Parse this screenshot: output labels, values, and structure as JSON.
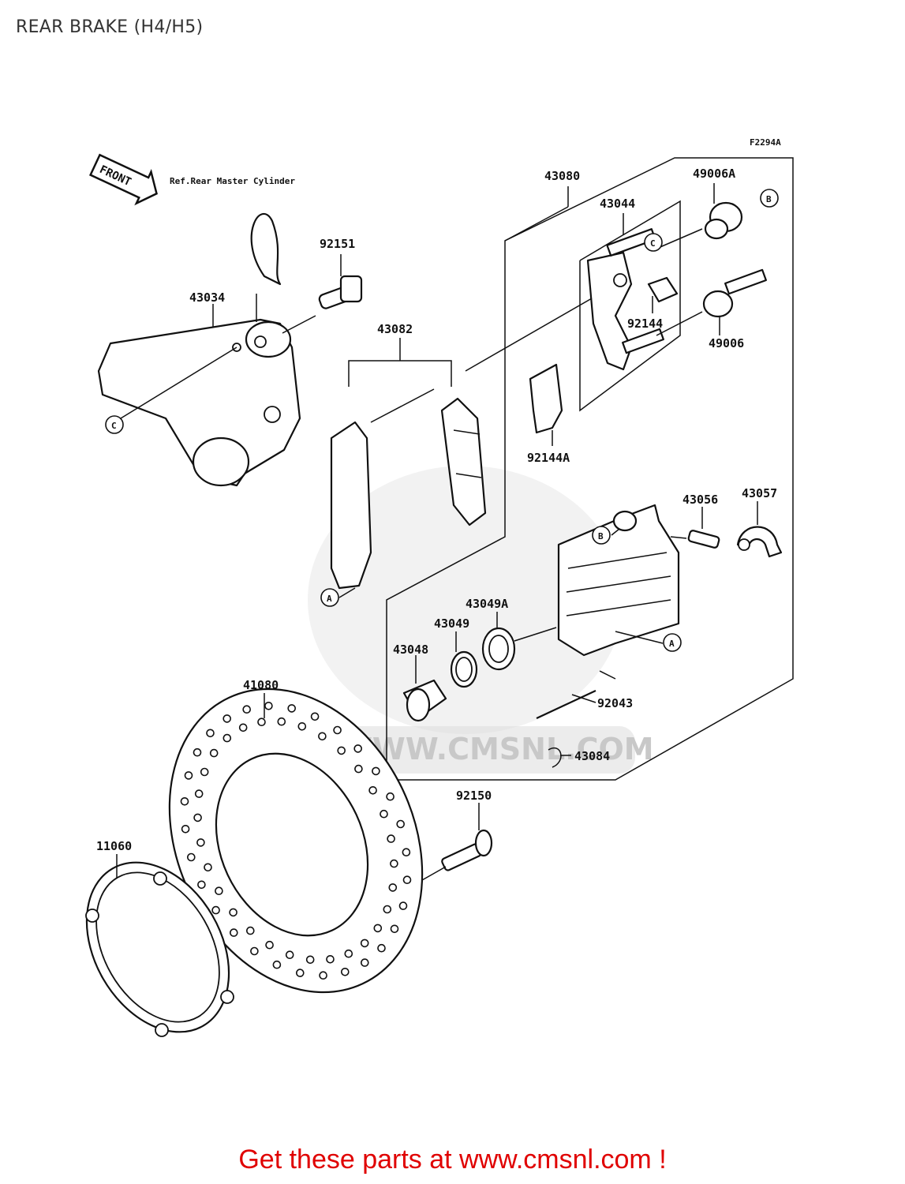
{
  "title": "REAR BRAKE (H4/H5)",
  "figure_code": "F2294A",
  "front_label": "FRONT",
  "ref_note": "Ref.Rear Master Cylinder",
  "watermark": "WWW.CMSNL.COM",
  "callouts": {
    "a": "A",
    "b": "B",
    "c": "C"
  },
  "parts": {
    "p43080": "43080",
    "p43044": "43044",
    "p49006A": "49006A",
    "p49006": "49006",
    "p92144": "92144",
    "p92144A": "92144A",
    "p92151": "92151",
    "p43034": "43034",
    "p43082": "43082",
    "p43056": "43056",
    "p43057": "43057",
    "p43049A": "43049A",
    "p43049": "43049",
    "p43048": "43048",
    "p92043": "92043",
    "p43084": "43084",
    "p41080": "41080",
    "p92150": "92150",
    "p11060": "11060"
  },
  "footer": "Get these parts at www.cmsnl.com !"
}
